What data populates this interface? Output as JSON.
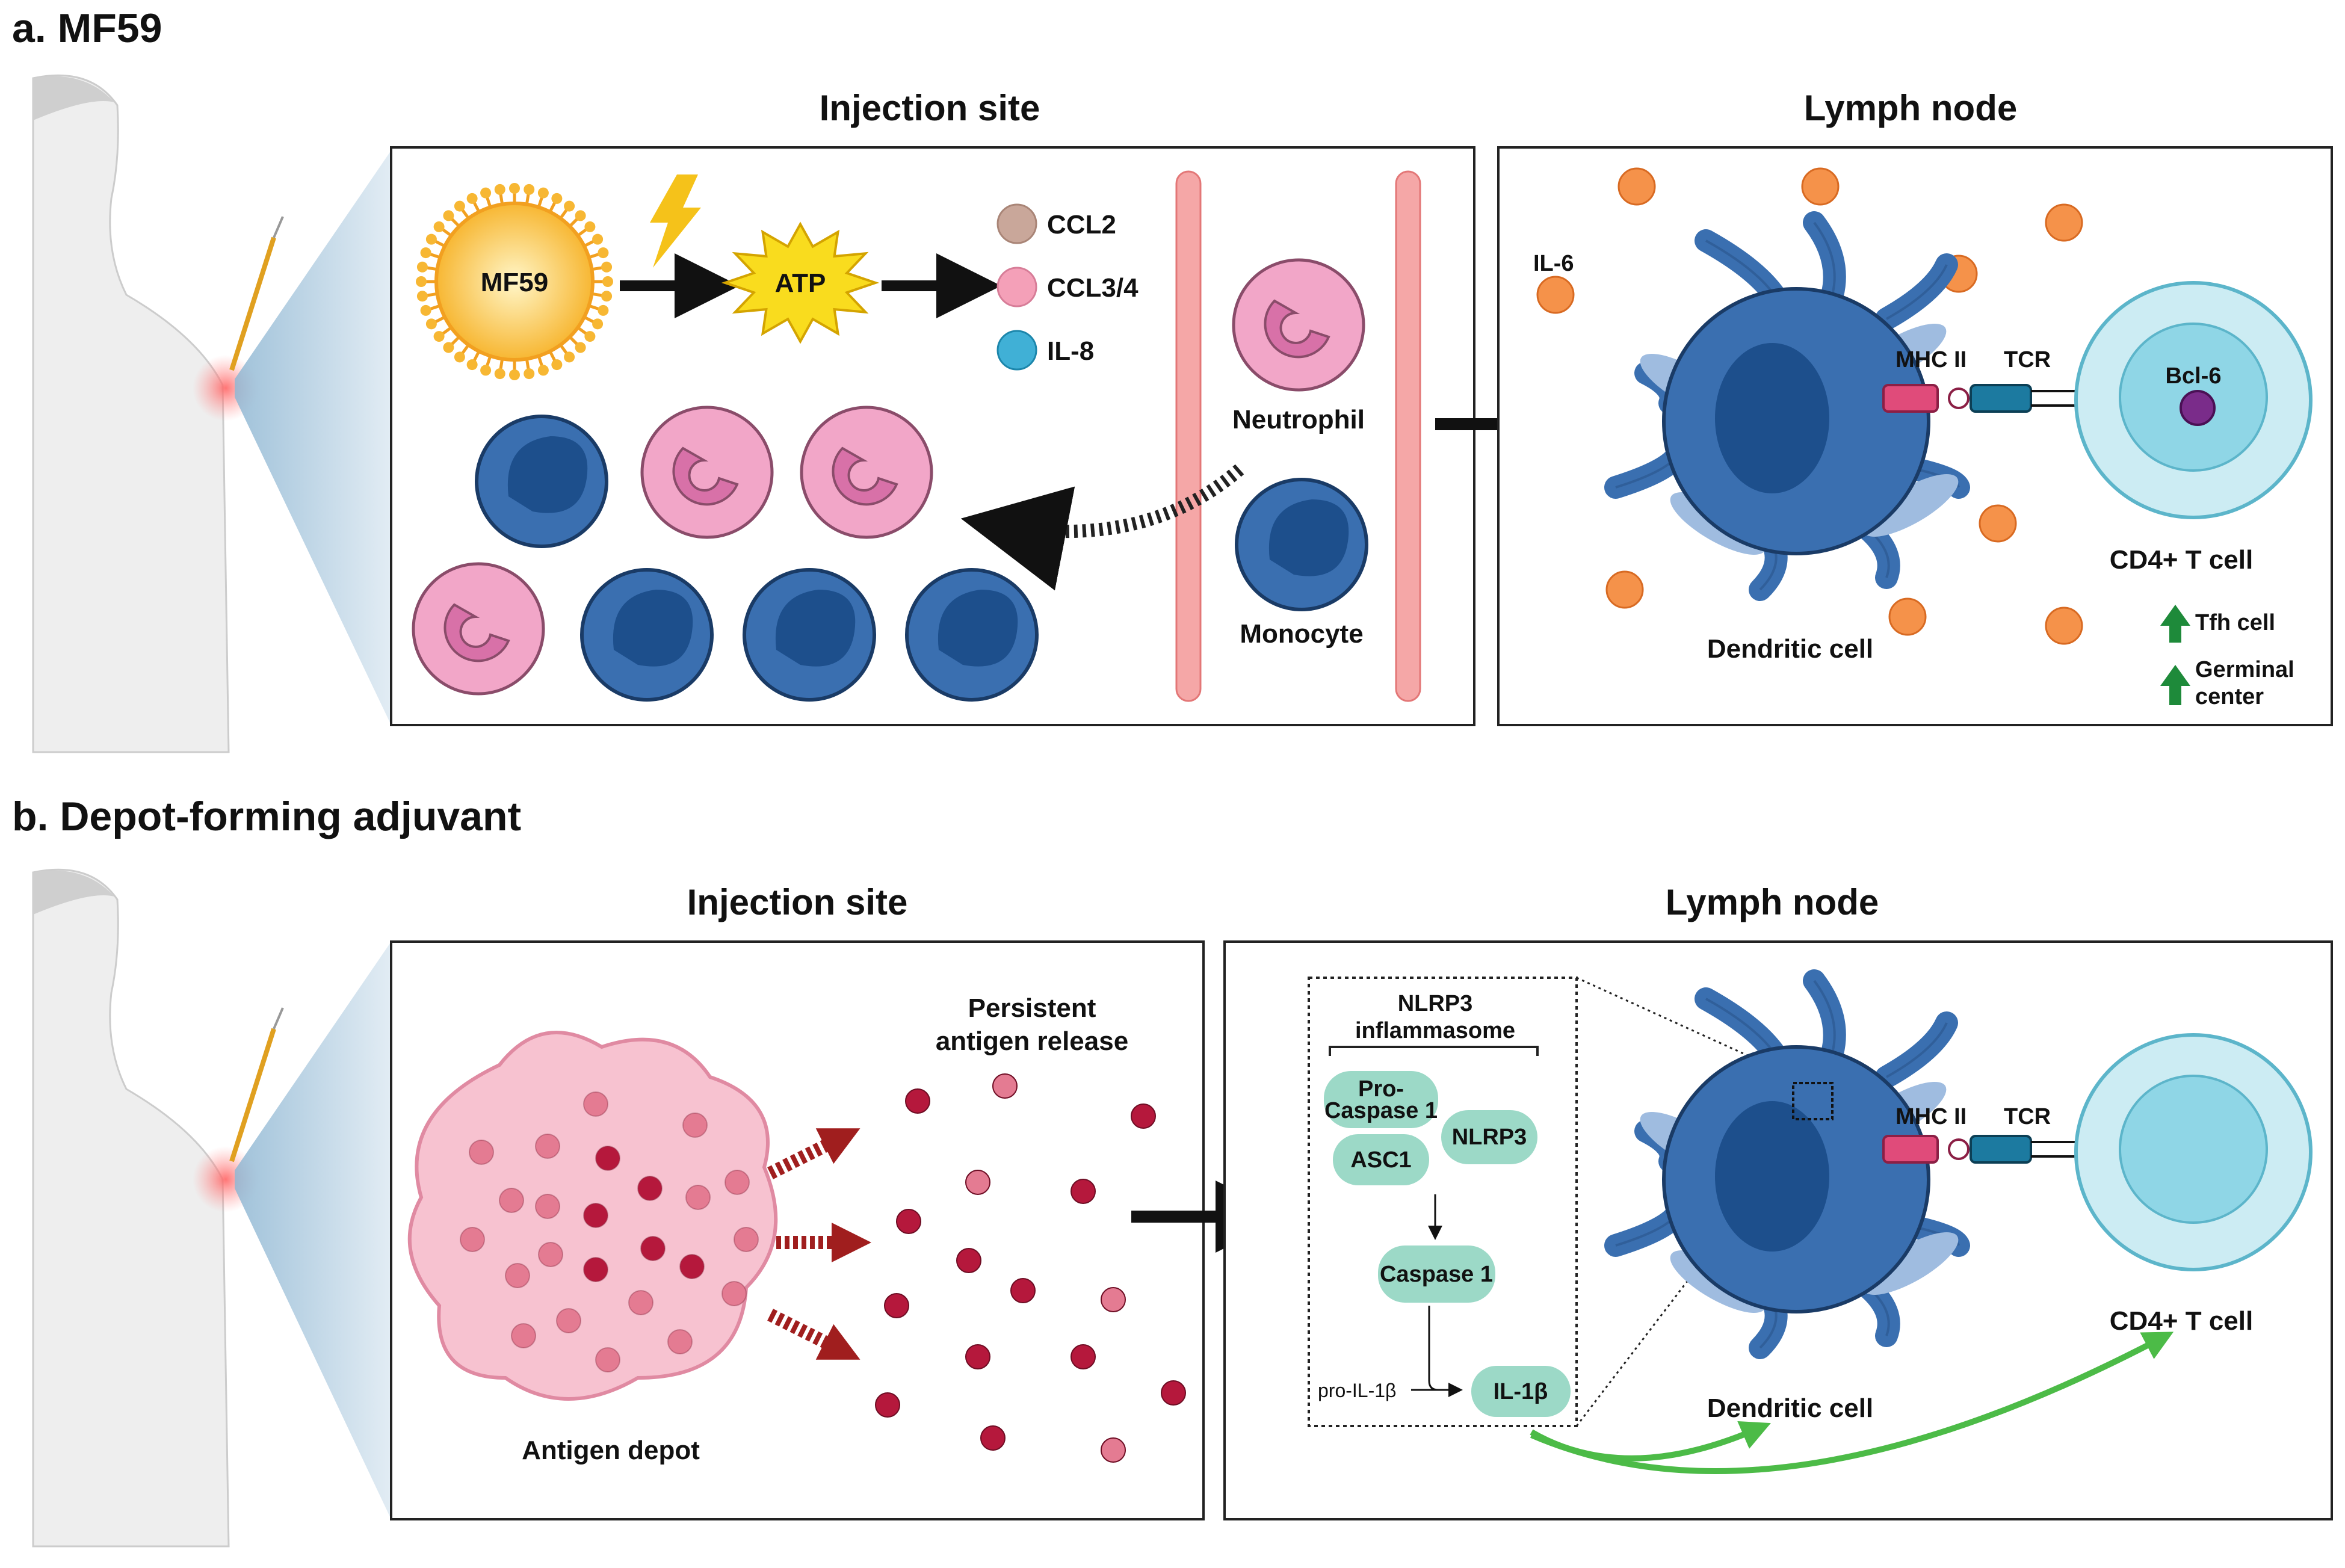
{
  "panel_a": {
    "title": "a. MF59",
    "injection_site_title": "Injection site",
    "lymph_node_title": "Lymph node",
    "mf59_label": "MF59",
    "atp_label": "ATP",
    "chemokines": [
      {
        "label": "CCL2",
        "color": "#c9a79a"
      },
      {
        "label": "CCL3/4",
        "color": "#f4a0b8"
      },
      {
        "label": "IL-8",
        "color": "#40b0d6"
      }
    ],
    "neutrophil_label": "Neutrophil",
    "monocyte_label": "Monocyte",
    "il6_label": "IL-6",
    "mhc_label": "MHC II",
    "tcr_label": "TCR",
    "bcl6_label": "Bcl-6",
    "cd4_label": "CD4+ T cell",
    "dendritic_label": "Dendritic cell",
    "tfh_label": "Tfh cell",
    "germinal_label_1": "Germinal",
    "germinal_label_2": "center"
  },
  "panel_b": {
    "title": "b. Depot-forming adjuvant",
    "injection_site_title": "Injection site",
    "lymph_node_title": "Lymph node",
    "persistent_label_1": "Persistent",
    "persistent_label_2": "antigen release",
    "antigen_depot_label": "Antigen depot",
    "nlrp3_title_1": "NLRP3",
    "nlrp3_title_2": "inflammasome",
    "pro_caspase_1": "Pro-",
    "pro_caspase_2": "Caspase 1",
    "asc1_label": "ASC1",
    "nlrp3_label": "NLRP3",
    "caspase1_label": "Caspase 1",
    "pro_il1b_label": "pro-IL-1β",
    "il1b_label": "IL-1β",
    "mhc_label": "MHC II",
    "tcr_label": "TCR",
    "cd4_label": "CD4+ T cell",
    "dendritic_label": "Dendritic cell"
  },
  "colors": {
    "dendritic": "#3a6fb0",
    "dendritic_dark": "#1d4f8c",
    "neutrophil": "#f2a6c8",
    "neutrophil_nucleus": "#d871a8",
    "tcell_outer": "#ccecf3",
    "tcell_inner": "#8fd6e6",
    "il6": "#f5924a",
    "antigen_dark": "#b5183c",
    "antigen_light": "#e47b92",
    "depot": "#f7c2d0",
    "inflammasome": "#9cd9c7",
    "arrow_red": "#a01e1e",
    "arrow_green": "#4cbb47"
  }
}
